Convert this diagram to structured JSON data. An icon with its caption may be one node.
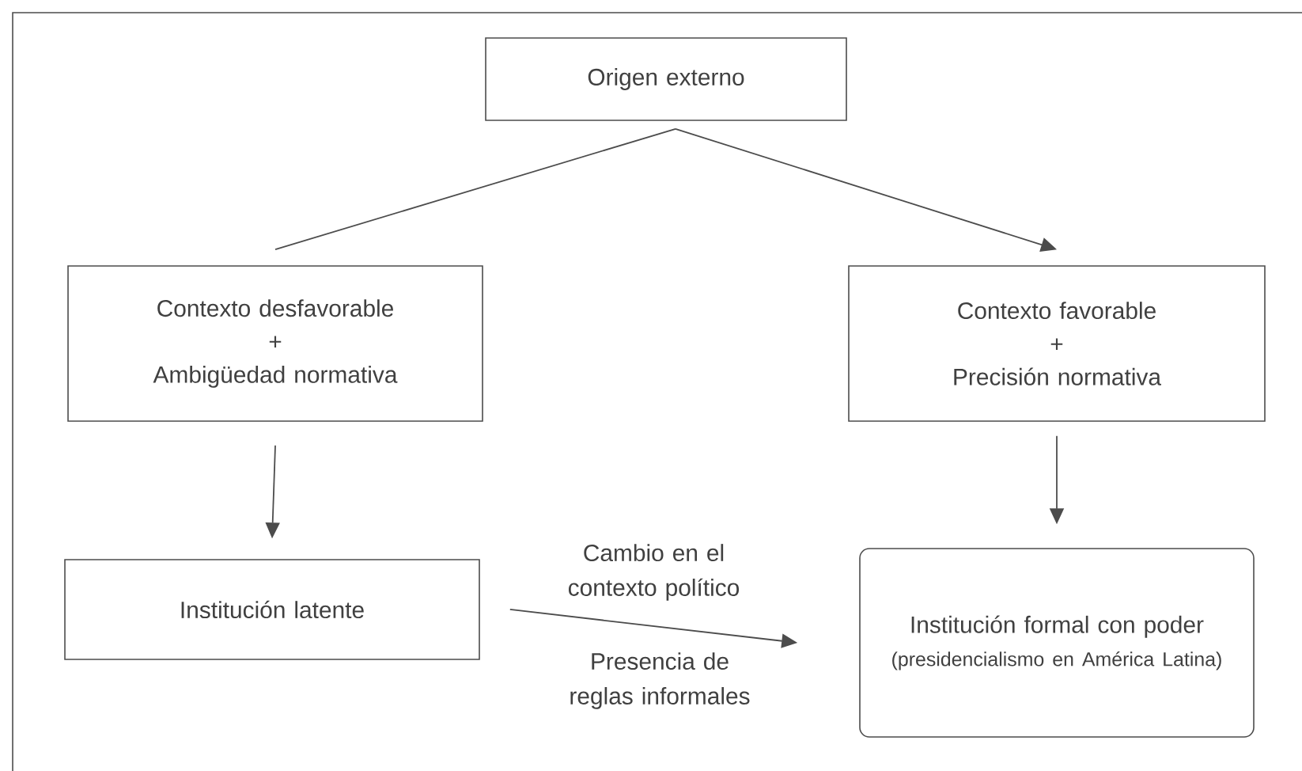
{
  "diagram": {
    "nodes": [
      {
        "text": [
          "Origen externo"
        ]
      },
      {
        "text": [
          "Contexto desfavorable",
          "+",
          "Ambigüedad normativa"
        ]
      },
      {
        "text": [
          "Contexto favorable",
          "+",
          "Precisión normativa"
        ]
      },
      {
        "text": [
          "Institución latente"
        ]
      },
      {
        "text": [
          "Institución formal con poder",
          "(presidencialismo en América Latina)"
        ]
      }
    ],
    "edges": [
      {
        "from": 0,
        "to": 1,
        "arrow": "none"
      },
      {
        "from": 0,
        "to": 2,
        "arrow": "to"
      },
      {
        "from": 1,
        "to": 3,
        "arrow": "to"
      },
      {
        "from": 2,
        "to": 4,
        "arrow": "to"
      },
      {
        "from": 3,
        "to": 4,
        "arrow": "to",
        "label": "Cambio en el contexto político"
      }
    ],
    "labels": [
      "Presencia de reglas informales"
    ]
  }
}
